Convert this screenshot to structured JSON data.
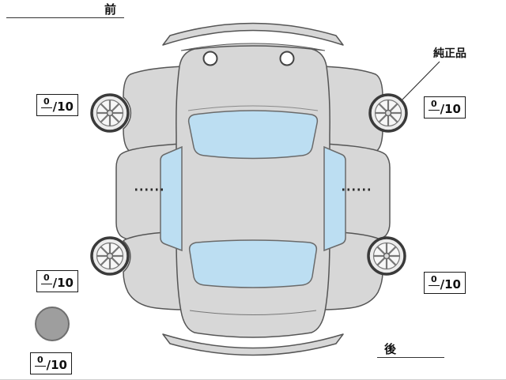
{
  "labels": {
    "front": "前",
    "genuine_part": "純正品",
    "rear": "後"
  },
  "scores": {
    "front_left": {
      "value": "0",
      "max": "/10"
    },
    "front_right": {
      "value": "0",
      "max": "/10"
    },
    "rear_left": {
      "value": "0",
      "max": "/10"
    },
    "rear_right": {
      "value": "0",
      "max": "/10"
    },
    "spare": {
      "value": "0",
      "max": "/10"
    }
  },
  "colors": {
    "car_body": "#d7d7d7",
    "glass": "#bcdef2",
    "outline": "#555555",
    "spare_tire": "#9e9e9e"
  }
}
